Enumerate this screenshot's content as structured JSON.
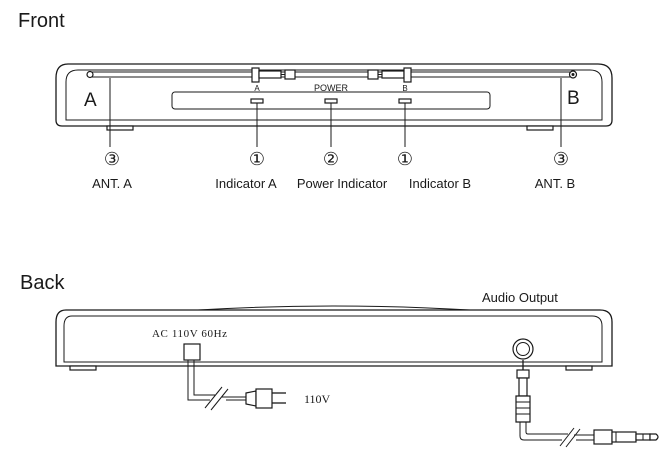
{
  "front": {
    "title": "Front",
    "side_a": "A",
    "side_b": "B",
    "panel_a": "A",
    "panel_power": "POWER",
    "panel_b": "B",
    "callouts": {
      "ant_a_num": "③",
      "ind_a_num": "①",
      "power_num": "②",
      "ind_b_num": "①",
      "ant_b_num": "③"
    },
    "labels": {
      "ant_a": "ANT. A",
      "indicator_a": "Indicator A",
      "power_indicator": "Power Indicator",
      "indicator_b": "Indicator B",
      "ant_b": "ANT. B"
    }
  },
  "back": {
    "title": "Back",
    "ac_label": "AC 110V 60Hz",
    "audio_output": "Audio Output",
    "voltage": "110V"
  }
}
